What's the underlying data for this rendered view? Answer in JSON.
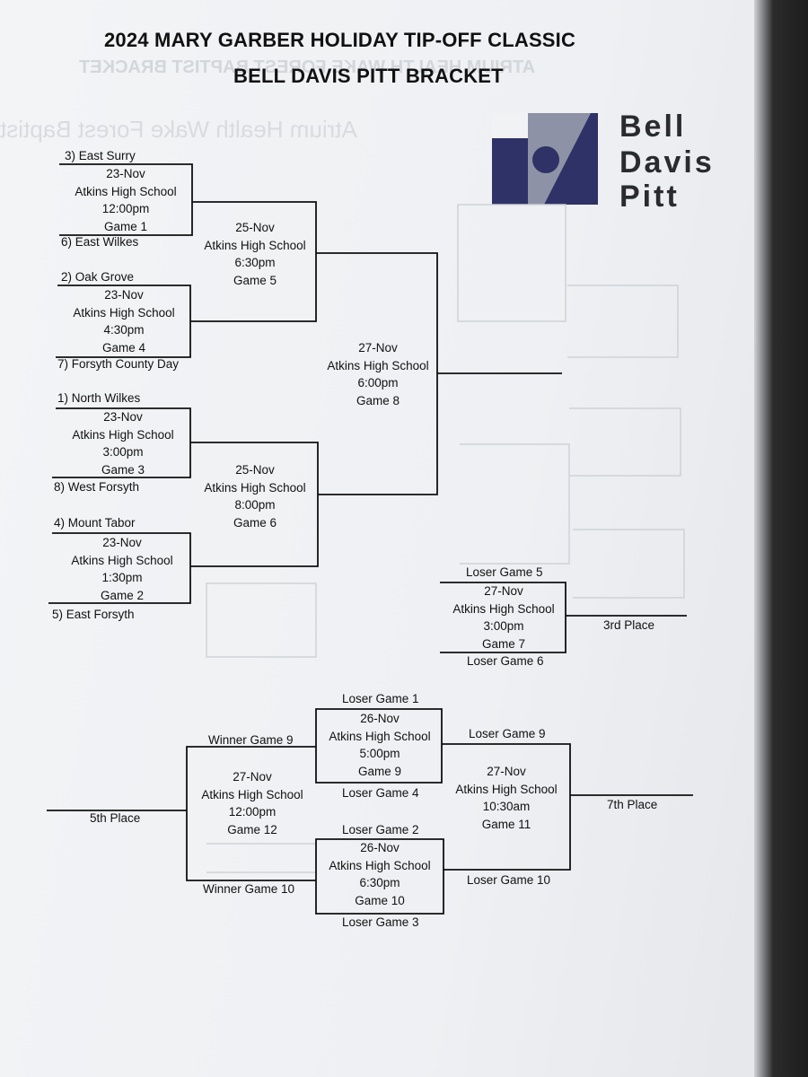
{
  "header": {
    "title_line1": "2024 MARY GARBER HOLIDAY TIP-OFF CLASSIC",
    "title_line2": "BELL DAVIS PITT BRACKET"
  },
  "logo": {
    "line1": "Bell",
    "line2": "Davis",
    "line3": "Pitt",
    "colors": {
      "mark_gray": "#8e92a6",
      "mark_navy": "#2e3266",
      "text": "#2b2b2f"
    }
  },
  "teams": {
    "t1": "3)  East Surry",
    "t2": "6)  East Wilkes",
    "t3": "2)  Oak Grove",
    "t4": "7)  Forsyth County Day",
    "t5": "1)  North Wilkes",
    "t6": "8)  West Forsyth",
    "t7": "4)  Mount Tabor",
    "t8": "5)  East Forsyth"
  },
  "games": {
    "g1": [
      "23-Nov",
      "Atkins High School",
      "12:00pm",
      "Game 1"
    ],
    "g4": [
      "23-Nov",
      "Atkins High School",
      "4:30pm",
      "Game 4"
    ],
    "g3": [
      "23-Nov",
      "Atkins High School",
      "3:00pm",
      "Game 3"
    ],
    "g2": [
      "23-Nov",
      "Atkins High School",
      "1:30pm",
      "Game 2"
    ],
    "g5": [
      "25-Nov",
      "Atkins High School",
      "6:30pm",
      "Game 5"
    ],
    "g6": [
      "25-Nov",
      "Atkins High School",
      "8:00pm",
      "Game 6"
    ],
    "g8": [
      "27-Nov",
      "Atkins High School",
      "6:00pm",
      "Game 8"
    ],
    "g7": [
      "27-Nov",
      "Atkins High School",
      "3:00pm",
      "Game 7"
    ],
    "g9": [
      "26-Nov",
      "Atkins High School",
      "5:00pm",
      "Game 9"
    ],
    "g10": [
      "26-Nov",
      "Atkins High School",
      "6:30pm",
      "Game 10"
    ],
    "g12": [
      "27-Nov",
      "Atkins High School",
      "12:00pm",
      "Game 12"
    ],
    "g11": [
      "27-Nov",
      "Atkins High School",
      "10:30am",
      "Game 11"
    ]
  },
  "labels": {
    "loser_g5": "Loser Game 5",
    "loser_g6": "Loser Game 6",
    "third_place": "3rd Place",
    "loser_g1": "Loser Game 1",
    "loser_g4": "Loser Game 4",
    "loser_g2": "Loser Game 2",
    "loser_g3": "Loser Game 3",
    "winner_g9": "Winner Game 9",
    "winner_g10": "Winner Game 10",
    "loser_g9": "Loser Game 9",
    "loser_g10": "Loser Game 10",
    "fifth_place": "5th Place",
    "seventh_place": "7th Place"
  },
  "bleed_through": {
    "mirrored_header": "ATRIUM HEALTH WAKE FOREST BAPTIST BRACKET",
    "mirrored_logo": "Atrium Health Wake Forest Baptist"
  }
}
